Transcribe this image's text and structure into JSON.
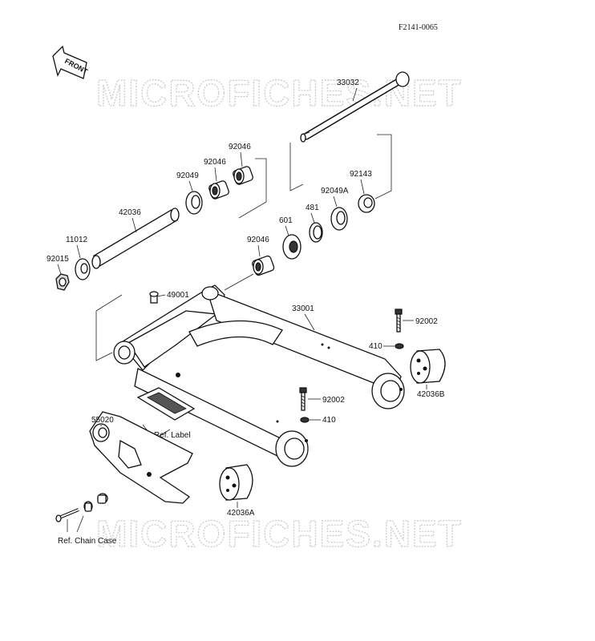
{
  "diagram": {
    "code": "F2141-0065",
    "front_label": "FRONT",
    "watermark": "MICROFICHES.NET",
    "parts": [
      {
        "id": "p33032",
        "label": "33032"
      },
      {
        "id": "p92046a",
        "label": "92046"
      },
      {
        "id": "p92046b",
        "label": "92046"
      },
      {
        "id": "p92049",
        "label": "92049"
      },
      {
        "id": "p42036",
        "label": "42036"
      },
      {
        "id": "p11012",
        "label": "11012"
      },
      {
        "id": "p92015",
        "label": "92015"
      },
      {
        "id": "p92143",
        "label": "92143"
      },
      {
        "id": "p92049A",
        "label": "92049A"
      },
      {
        "id": "p481",
        "label": "481"
      },
      {
        "id": "p601",
        "label": "601"
      },
      {
        "id": "p92046c",
        "label": "92046"
      },
      {
        "id": "p49001",
        "label": "49001"
      },
      {
        "id": "p33001",
        "label": "33001"
      },
      {
        "id": "p92002a",
        "label": "92002"
      },
      {
        "id": "p410a",
        "label": "410"
      },
      {
        "id": "p42036B",
        "label": "42036B"
      },
      {
        "id": "p92002b",
        "label": "92002"
      },
      {
        "id": "p410b",
        "label": "410"
      },
      {
        "id": "p55020",
        "label": "55020"
      },
      {
        "id": "p42036A",
        "label": "42036A"
      }
    ],
    "refs": {
      "label": "Ref. Label",
      "chain_case": "Ref. Chain Case"
    }
  }
}
